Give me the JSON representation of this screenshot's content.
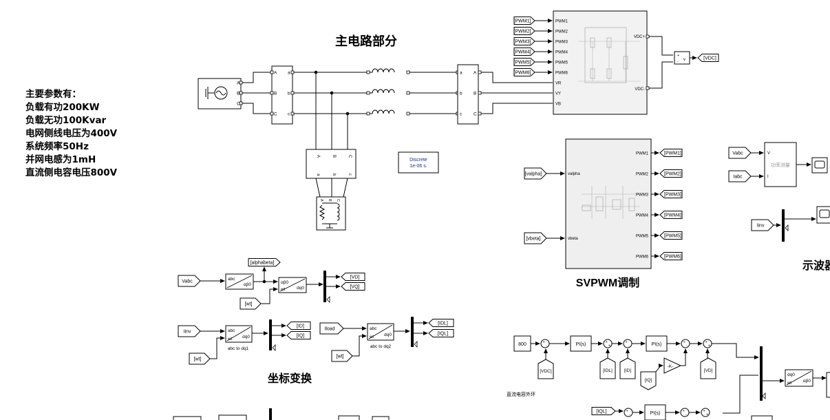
{
  "titles": {
    "main_circuit": "主电路部分",
    "svpwm": "SVPWM调制",
    "coord_transform": "坐标变换",
    "scope_partial": "示波器",
    "dc_outer_loop": "直流电容外环"
  },
  "params": [
    "主要参数有：",
    "负载有功200KW",
    "负载无功100Kvar",
    "电网侧线电压为400V",
    "系统频率50Hz",
    "并网电感为1mH",
    "直流侧电容电压800V"
  ],
  "powergui": {
    "line1": "Discrete",
    "line2": "1e-06 s."
  },
  "pwm_from_tags": [
    "[PWM1]",
    "[PWM2]",
    "[PWM3]",
    "[PWM4]",
    "[PWM5]",
    "[PWM6]"
  ],
  "bridge_ports_in": [
    "PWM1",
    "PWM2",
    "PWM3",
    "PWM4",
    "PWM5",
    "PWM6",
    "VR",
    "VY",
    "VB"
  ],
  "bridge_ports_out": [
    "VDC+",
    "VDC-"
  ],
  "vdc_tag": "[VDC]",
  "svpwm_inputs": [
    "[valpha]",
    "[vbeta]"
  ],
  "svpwm_in_ports": [
    "valpha",
    "vbeta"
  ],
  "svpwm_out_ports": [
    "PWM1",
    "PWM2",
    "PWM3",
    "PWM4",
    "PWM5",
    "PWM6"
  ],
  "svpwm_goto_tags": [
    "[PWM1]",
    "[PWM2]",
    "[PWM3]",
    "[PWM4]",
    "[PWM5]",
    "[PWM6]"
  ],
  "meas_labels": {
    "A": "A",
    "B": "B",
    "C": "C",
    "a": "a",
    "b": "b",
    "c": "c"
  },
  "scope_inputs": [
    "Vabc",
    "Iabc",
    "Iinv"
  ],
  "power_block_ports": [
    "V",
    "I"
  ],
  "power_block_label": "功率测量",
  "transform": {
    "vabc_in": "Vabc",
    "abc": "abc",
    "ab0": "αβ0",
    "alphabeta_tag": "[alphabeta]",
    "wt_tag": "[wt]",
    "wt_port": "wt",
    "dq0": "dq0",
    "vd_tag": "[VD]",
    "vq_tag": "[VQ]",
    "iinv_in": "Iinv",
    "id_tag": "[ID]",
    "iq_tag": "[IQ]",
    "block1_caption": "abc to dq1",
    "iload_in": "Iload",
    "idl_tag": "[IDL]",
    "iql_tag": "[IQL]",
    "block2_caption": "abc to dq2"
  },
  "control": {
    "ref_800": "800",
    "vdc_from": "[VDC]",
    "pi_label": "PI(s)",
    "idl_from": "[IDL]",
    "id_from": "[ID]",
    "iq_from": "[IQ]",
    "gain": "-K-",
    "vd_from": "[VD]",
    "iql_from": "[IQL]",
    "plus": "+",
    "minus": "-",
    "dq0": "dq0",
    "ab0": "αβ0",
    "wt": "wt"
  }
}
